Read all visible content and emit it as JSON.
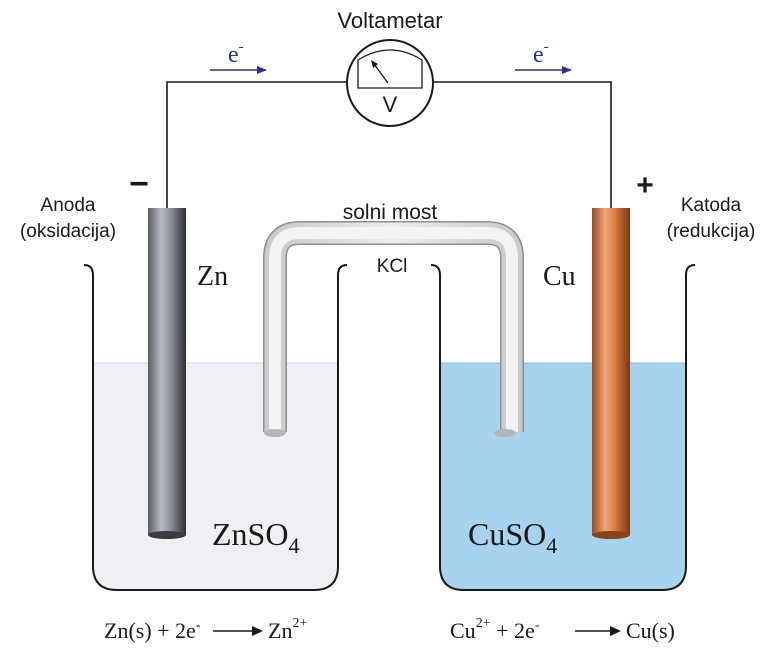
{
  "voltmeter": {
    "title": "Voltametar",
    "symbol": "V"
  },
  "electron_flow": {
    "symbol": "e",
    "charge": "-"
  },
  "anode": {
    "polarity": "−",
    "label_line1": "Anoda",
    "label_line2": "(oksidacija)",
    "metal": "Zn",
    "solution_base": "ZnSO",
    "solution_sub": "4"
  },
  "cathode": {
    "polarity": "+",
    "label_line1": "Katoda",
    "label_line2": "(redukcija)",
    "metal": "Cu",
    "solution_base": "CuSO",
    "solution_sub": "4"
  },
  "salt_bridge": {
    "label": "solni most",
    "electrolyte": "KCl"
  },
  "equations": {
    "anode": {
      "left": "Zn(s) + 2e",
      "e_charge": "-",
      "product": "Zn",
      "product_charge": "2+"
    },
    "cathode": {
      "reactant": "Cu",
      "reactant_charge": "2+",
      "middle": " + 2e",
      "e_charge": "-",
      "product": "Cu(s)"
    }
  },
  "colors": {
    "wire": "#1a1a1a",
    "electron_arrow": "#2b2f8f",
    "zn_solution": "#eef0f3",
    "cu_solution": "#a7d3ef",
    "beaker": "#1a1a1a"
  }
}
